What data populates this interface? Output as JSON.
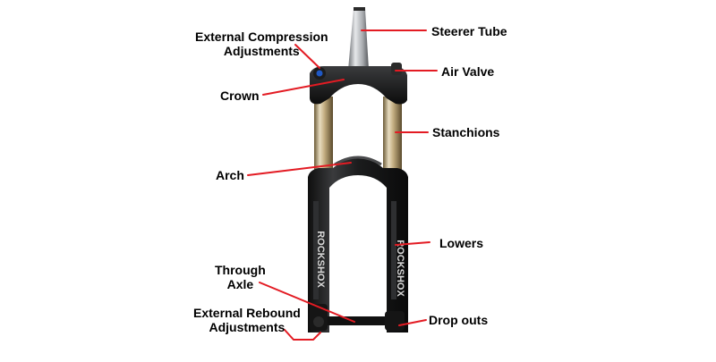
{
  "labels": {
    "external_compression": "External Compression\nAdjustments",
    "steerer_tube": "Steerer Tube",
    "air_valve": "Air Valve",
    "crown": "Crown",
    "stanchions": "Stanchions",
    "arch": "Arch",
    "lowers": "Lowers",
    "through_axle": "Through\nAxle",
    "external_rebound": "External Rebound\nAdjustments",
    "drop_outs": "Drop outs"
  },
  "brand_text": "ROCKSHOX",
  "colors": {
    "leader_line": "#e31b23",
    "stanchion_gold": "#c9b489",
    "fork_black": "#1a1a1a",
    "steerer_silver": "#b9bcc0"
  }
}
